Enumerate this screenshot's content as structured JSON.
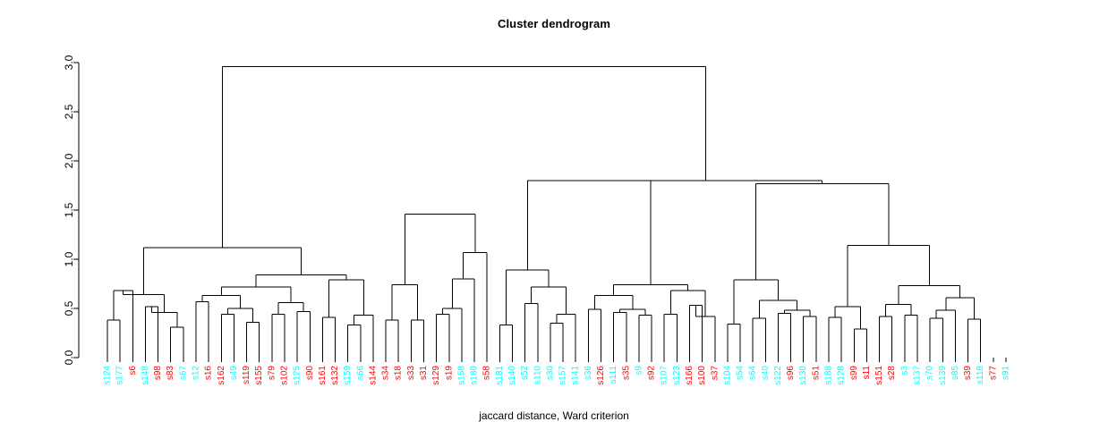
{
  "chart_data": {
    "type": "dendrogram",
    "title": "Cluster dendrogram",
    "xlabel": "jaccard distance, Ward criterion",
    "ylabel": "",
    "ylim": [
      0,
      3.0
    ],
    "yticks": [
      "0.0",
      "0.5",
      "1.0",
      "1.5",
      "2.0",
      "2.5",
      "3.0"
    ],
    "ytick_values": [
      0.0,
      0.5,
      1.0,
      1.5,
      2.0,
      2.5,
      3.0
    ],
    "grid": false,
    "legend": "none",
    "linkage": "ward",
    "distance": "jaccard",
    "n_leaves": 70,
    "colors": {
      "cluster_a": "#00ffff",
      "cluster_b": "#ff0000",
      "lines": "#000000",
      "axis": "#000000",
      "background": "#ffffff"
    },
    "leaves": [
      {
        "label": "s124",
        "color": "#00ffff"
      },
      {
        "label": "s177",
        "color": "#00ffff"
      },
      {
        "label": "s6",
        "color": "#ff0000"
      },
      {
        "label": "s148",
        "color": "#00ffff"
      },
      {
        "label": "s98",
        "color": "#ff0000"
      },
      {
        "label": "s83",
        "color": "#ff0000"
      },
      {
        "label": "s67",
        "color": "#00ffff"
      },
      {
        "label": "s12",
        "color": "#00ffff"
      },
      {
        "label": "s16",
        "color": "#ff0000"
      },
      {
        "label": "s162",
        "color": "#ff0000"
      },
      {
        "label": "s49",
        "color": "#00ffff"
      },
      {
        "label": "s119",
        "color": "#ff0000"
      },
      {
        "label": "s155",
        "color": "#ff0000"
      },
      {
        "label": "s79",
        "color": "#ff0000"
      },
      {
        "label": "s102",
        "color": "#ff0000"
      },
      {
        "label": "s125",
        "color": "#00ffff"
      },
      {
        "label": "s90",
        "color": "#ff0000"
      },
      {
        "label": "s161",
        "color": "#ff0000"
      },
      {
        "label": "s132",
        "color": "#ff0000"
      },
      {
        "label": "s159",
        "color": "#00ffff"
      },
      {
        "label": "s66",
        "color": "#00ffff"
      },
      {
        "label": "s144",
        "color": "#ff0000"
      },
      {
        "label": "s34",
        "color": "#ff0000"
      },
      {
        "label": "s18",
        "color": "#ff0000"
      },
      {
        "label": "s33",
        "color": "#ff0000"
      },
      {
        "label": "s31",
        "color": "#ff0000"
      },
      {
        "label": "s129",
        "color": "#ff0000"
      },
      {
        "label": "s19",
        "color": "#ff0000"
      },
      {
        "label": "s158",
        "color": "#00ffff"
      },
      {
        "label": "s180",
        "color": "#00ffff"
      },
      {
        "label": "s58",
        "color": "#ff0000"
      },
      {
        "label": "s181",
        "color": "#00ffff"
      },
      {
        "label": "s140",
        "color": "#00ffff"
      },
      {
        "label": "s52",
        "color": "#00ffff"
      },
      {
        "label": "s110",
        "color": "#00ffff"
      },
      {
        "label": "s30",
        "color": "#00ffff"
      },
      {
        "label": "s157",
        "color": "#00ffff"
      },
      {
        "label": "s141",
        "color": "#00ffff"
      },
      {
        "label": "s36",
        "color": "#00ffff"
      },
      {
        "label": "s126",
        "color": "#ff0000"
      },
      {
        "label": "s111",
        "color": "#00ffff"
      },
      {
        "label": "s35",
        "color": "#ff0000"
      },
      {
        "label": "s9",
        "color": "#00ffff"
      },
      {
        "label": "s92",
        "color": "#ff0000"
      },
      {
        "label": "s107",
        "color": "#00ffff"
      },
      {
        "label": "s123",
        "color": "#00ffff"
      },
      {
        "label": "s166",
        "color": "#ff0000"
      },
      {
        "label": "s100",
        "color": "#ff0000"
      },
      {
        "label": "s37",
        "color": "#ff0000"
      },
      {
        "label": "s104",
        "color": "#00ffff"
      },
      {
        "label": "s54",
        "color": "#00ffff"
      },
      {
        "label": "s64",
        "color": "#00ffff"
      },
      {
        "label": "s40",
        "color": "#00ffff"
      },
      {
        "label": "s122",
        "color": "#00ffff"
      },
      {
        "label": "s96",
        "color": "#ff0000"
      },
      {
        "label": "s130",
        "color": "#00ffff"
      },
      {
        "label": "s51",
        "color": "#ff0000"
      },
      {
        "label": "s188",
        "color": "#00ffff"
      },
      {
        "label": "s128",
        "color": "#00ffff"
      },
      {
        "label": "s99",
        "color": "#ff0000"
      },
      {
        "label": "s11",
        "color": "#ff0000"
      },
      {
        "label": "s151",
        "color": "#ff0000"
      },
      {
        "label": "s28",
        "color": "#ff0000"
      },
      {
        "label": "s3",
        "color": "#00ffff"
      },
      {
        "label": "s137",
        "color": "#00ffff"
      },
      {
        "label": "s70",
        "color": "#00ffff"
      },
      {
        "label": "s139",
        "color": "#00ffff"
      },
      {
        "label": "s85",
        "color": "#00ffff"
      },
      {
        "label": "s39",
        "color": "#ff0000"
      },
      {
        "label": "s118",
        "color": "#00ffff"
      },
      {
        "label": "s77",
        "color": "#ff0000"
      },
      {
        "label": "s91",
        "color": "#00ffff"
      }
    ],
    "merges": [
      {
        "id": "m1",
        "left": {
          "leaf": 0
        },
        "right": {
          "leaf": 1
        },
        "height": 0.38
      },
      {
        "id": "m2",
        "left": {
          "node": "m1"
        },
        "right": {
          "leaf": 2
        },
        "height": 0.68
      },
      {
        "id": "m3",
        "left": {
          "leaf": 3
        },
        "right": {
          "leaf": 4
        },
        "height": 0.52
      },
      {
        "id": "m4",
        "left": {
          "leaf": 5
        },
        "right": {
          "leaf": 6
        },
        "height": 0.31
      },
      {
        "id": "m5",
        "left": {
          "node": "m3"
        },
        "right": {
          "node": "m4"
        },
        "height": 0.46
      },
      {
        "id": "m6",
        "left": {
          "node": "m2"
        },
        "right": {
          "node": "m5"
        },
        "height": 0.64
      },
      {
        "id": "m7",
        "left": {
          "leaf": 7
        },
        "right": {
          "leaf": 8
        },
        "height": 0.57
      },
      {
        "id": "m8",
        "left": {
          "leaf": 9
        },
        "right": {
          "leaf": 10
        },
        "height": 0.44
      },
      {
        "id": "m9",
        "left": {
          "leaf": 11
        },
        "right": {
          "leaf": 12
        },
        "height": 0.36
      },
      {
        "id": "m10",
        "left": {
          "node": "m8"
        },
        "right": {
          "node": "m9"
        },
        "height": 0.5
      },
      {
        "id": "m11",
        "left": {
          "node": "m7"
        },
        "right": {
          "node": "m10"
        },
        "height": 0.63
      },
      {
        "id": "m12",
        "left": {
          "leaf": 13
        },
        "right": {
          "leaf": 14
        },
        "height": 0.44
      },
      {
        "id": "m13",
        "left": {
          "leaf": 15
        },
        "right": {
          "leaf": 16
        },
        "height": 0.47
      },
      {
        "id": "m14",
        "left": {
          "node": "m12"
        },
        "right": {
          "node": "m13"
        },
        "height": 0.56
      },
      {
        "id": "m15",
        "left": {
          "node": "m11"
        },
        "right": {
          "node": "m14"
        },
        "height": 0.72
      },
      {
        "id": "m16",
        "left": {
          "leaf": 17
        },
        "right": {
          "leaf": 18
        },
        "height": 0.41
      },
      {
        "id": "m17",
        "left": {
          "leaf": 19
        },
        "right": {
          "leaf": 20
        },
        "height": 0.33
      },
      {
        "id": "m18",
        "left": {
          "node": "m17"
        },
        "right": {
          "leaf": 21
        },
        "height": 0.43
      },
      {
        "id": "m19",
        "left": {
          "node": "m16"
        },
        "right": {
          "node": "m18"
        },
        "height": 0.79
      },
      {
        "id": "m20",
        "left": {
          "node": "m15"
        },
        "right": {
          "node": "m19"
        },
        "height": 0.84
      },
      {
        "id": "m21",
        "left": {
          "node": "m6"
        },
        "right": {
          "node": "m20"
        },
        "height": 1.12
      },
      {
        "id": "m22",
        "left": {
          "leaf": 22
        },
        "right": {
          "leaf": 23
        },
        "height": 0.38
      },
      {
        "id": "m23",
        "left": {
          "leaf": 24
        },
        "right": {
          "leaf": 25
        },
        "height": 0.38
      },
      {
        "id": "m24",
        "left": {
          "node": "m22"
        },
        "right": {
          "node": "m23"
        },
        "height": 0.74
      },
      {
        "id": "m25",
        "left": {
          "leaf": 26
        },
        "right": {
          "leaf": 27
        },
        "height": 0.44
      },
      {
        "id": "m26",
        "left": {
          "node": "m25"
        },
        "right": {
          "leaf": 28
        },
        "height": 0.5
      },
      {
        "id": "m27",
        "left": {
          "node": "m26"
        },
        "right": {
          "leaf": 29
        },
        "height": 0.8
      },
      {
        "id": "m28",
        "left": {
          "node": "m27"
        },
        "right": {
          "leaf": 30
        },
        "height": 1.07
      },
      {
        "id": "m29",
        "left": {
          "node": "m24"
        },
        "right": {
          "node": "m28"
        },
        "height": 1.46
      },
      {
        "id": "m30",
        "left": {
          "leaf": 31
        },
        "right": {
          "leaf": 32
        },
        "height": 0.33
      },
      {
        "id": "m31",
        "left": {
          "leaf": 33
        },
        "right": {
          "leaf": 34
        },
        "height": 0.55
      },
      {
        "id": "m32",
        "left": {
          "leaf": 35
        },
        "right": {
          "leaf": 36
        },
        "height": 0.35
      },
      {
        "id": "m33",
        "left": {
          "node": "m32"
        },
        "right": {
          "leaf": 37
        },
        "height": 0.44
      },
      {
        "id": "m34",
        "left": {
          "node": "m31"
        },
        "right": {
          "node": "m33"
        },
        "height": 0.72
      },
      {
        "id": "m35",
        "left": {
          "node": "m30"
        },
        "right": {
          "node": "m34"
        },
        "height": 0.89
      },
      {
        "id": "m36",
        "left": {
          "leaf": 38
        },
        "right": {
          "leaf": 39
        },
        "height": 0.49
      },
      {
        "id": "m37",
        "left": {
          "leaf": 40
        },
        "right": {
          "leaf": 41
        },
        "height": 0.46
      },
      {
        "id": "m38",
        "left": {
          "leaf": 42
        },
        "right": {
          "leaf": 43
        },
        "height": 0.43
      },
      {
        "id": "m39",
        "left": {
          "node": "m37"
        },
        "right": {
          "node": "m38"
        },
        "height": 0.49
      },
      {
        "id": "m40",
        "left": {
          "node": "m36"
        },
        "right": {
          "node": "m39"
        },
        "height": 0.63
      },
      {
        "id": "m41",
        "left": {
          "leaf": 44
        },
        "right": {
          "leaf": 45
        },
        "height": 0.44
      },
      {
        "id": "m42",
        "left": {
          "leaf": 46
        },
        "right": {
          "leaf": 47
        },
        "height": 0.53
      },
      {
        "id": "m43",
        "left": {
          "node": "m42"
        },
        "right": {
          "leaf": 48
        },
        "height": 0.42
      },
      {
        "id": "m44",
        "left": {
          "node": "m41"
        },
        "right": {
          "node": "m43"
        },
        "height": 0.68
      },
      {
        "id": "m45",
        "left": {
          "node": "m40"
        },
        "right": {
          "node": "m44"
        },
        "height": 0.74
      },
      {
        "id": "m46",
        "left": {
          "node": "m35"
        },
        "right": {
          "node": "m45"
        },
        "height": 1.8
      },
      {
        "id": "m47",
        "left": {
          "leaf": 49
        },
        "right": {
          "leaf": 50
        },
        "height": 0.34
      },
      {
        "id": "m48",
        "left": {
          "leaf": 51
        },
        "right": {
          "leaf": 52
        },
        "height": 0.4
      },
      {
        "id": "m49",
        "left": {
          "leaf": 53
        },
        "right": {
          "leaf": 54
        },
        "height": 0.45
      },
      {
        "id": "m50",
        "left": {
          "leaf": 55
        },
        "right": {
          "leaf": 56
        },
        "height": 0.42
      },
      {
        "id": "m51",
        "left": {
          "node": "m49"
        },
        "right": {
          "node": "m50"
        },
        "height": 0.48
      },
      {
        "id": "m52",
        "left": {
          "node": "m48"
        },
        "right": {
          "node": "m51"
        },
        "height": 0.58
      },
      {
        "id": "m53",
        "left": {
          "node": "m47"
        },
        "right": {
          "node": "m52"
        },
        "height": 0.79
      },
      {
        "id": "m54",
        "left": {
          "leaf": 57
        },
        "right": {
          "leaf": 58
        },
        "height": 0.41
      },
      {
        "id": "m55",
        "left": {
          "leaf": 59
        },
        "right": {
          "leaf": 60
        },
        "height": 0.29
      },
      {
        "id": "m56",
        "left": {
          "node": "m54"
        },
        "right": {
          "node": "m55"
        },
        "height": 0.52
      },
      {
        "id": "m57",
        "left": {
          "leaf": 61
        },
        "right": {
          "leaf": 62
        },
        "height": 0.42
      },
      {
        "id": "m58",
        "left": {
          "leaf": 63
        },
        "right": {
          "leaf": 64
        },
        "height": 0.43
      },
      {
        "id": "m59",
        "left": {
          "node": "m57"
        },
        "right": {
          "node": "m58"
        },
        "height": 0.54
      },
      {
        "id": "m60",
        "left": {
          "leaf": 65
        },
        "right": {
          "leaf": 66
        },
        "height": 0.4
      },
      {
        "id": "m61",
        "left": {
          "node": "m60"
        },
        "right": {
          "leaf": 67
        },
        "height": 0.48
      },
      {
        "id": "m62",
        "left": {
          "leaf": 68
        },
        "right": {
          "leaf": 69
        },
        "height": 0.39
      },
      {
        "id": "m63",
        "left": {
          "node": "m61"
        },
        "right": {
          "node": "m62"
        },
        "height": 0.61
      },
      {
        "id": "m64",
        "left": {
          "node": "m59"
        },
        "right": {
          "node": "m63"
        },
        "height": 0.73
      },
      {
        "id": "m65",
        "left": {
          "node": "m56"
        },
        "right": {
          "node": "m64"
        },
        "height": 1.14
      },
      {
        "id": "m66",
        "left": {
          "node": "m53"
        },
        "right": {
          "node": "m65"
        },
        "height": 1.77
      },
      {
        "id": "m67",
        "left": {
          "node": "m46"
        },
        "right": {
          "node": "m66"
        },
        "height": 1.8
      },
      {
        "id": "m68",
        "left": {
          "node": "m21"
        },
        "right": {
          "node": "m67"
        },
        "height": 2.96
      }
    ]
  }
}
